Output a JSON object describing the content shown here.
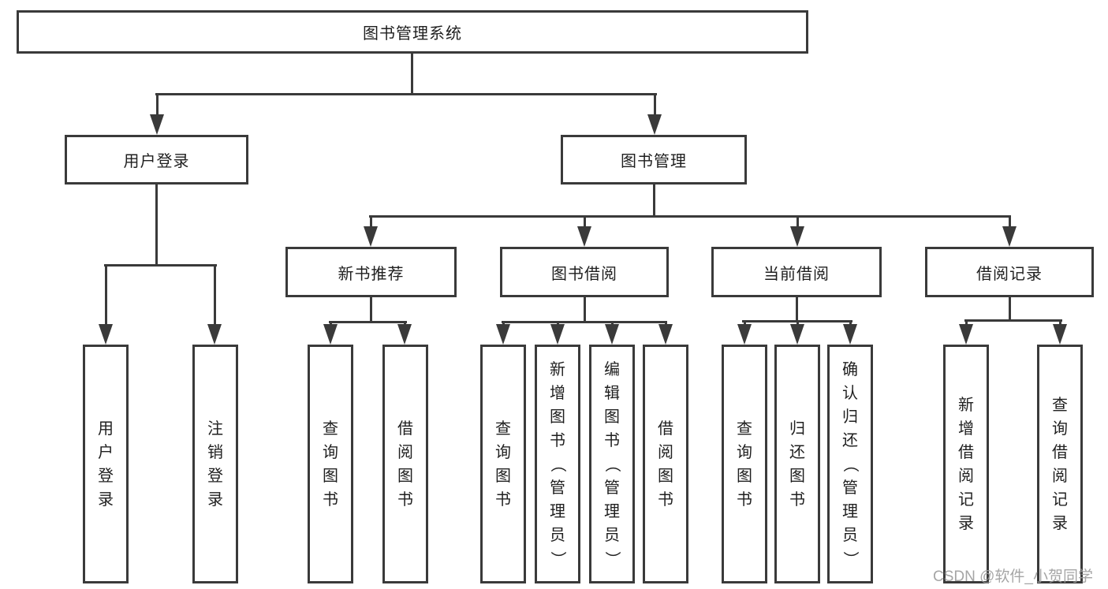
{
  "diagram": {
    "root_label": "图书管理系统",
    "branches": [
      {
        "label": "用户登录",
        "leaves": [
          "用户登录",
          "注销登录"
        ]
      },
      {
        "label": "图书管理",
        "groups": [
          {
            "label": "新书推荐",
            "leaves": [
              "查询图书",
              "借阅图书"
            ]
          },
          {
            "label": "图书借阅",
            "leaves": [
              "查询图书",
              "新增图书（管理员）",
              "编辑图书（管理员）",
              "借阅图书"
            ]
          },
          {
            "label": "当前借阅",
            "leaves": [
              "查询图书",
              "归还图书",
              "确认归还（管理员）"
            ]
          },
          {
            "label": "借阅记录",
            "leaves": [
              "新增借阅记录",
              "查询借阅记录"
            ]
          }
        ]
      }
    ],
    "colors": {
      "line": "#3a3a3a",
      "text": "#1f1f1f",
      "watermark": "#9c9c9c",
      "background": "#ffffff"
    }
  },
  "watermark": {
    "text": "CSDN @软件_小贺同学"
  }
}
